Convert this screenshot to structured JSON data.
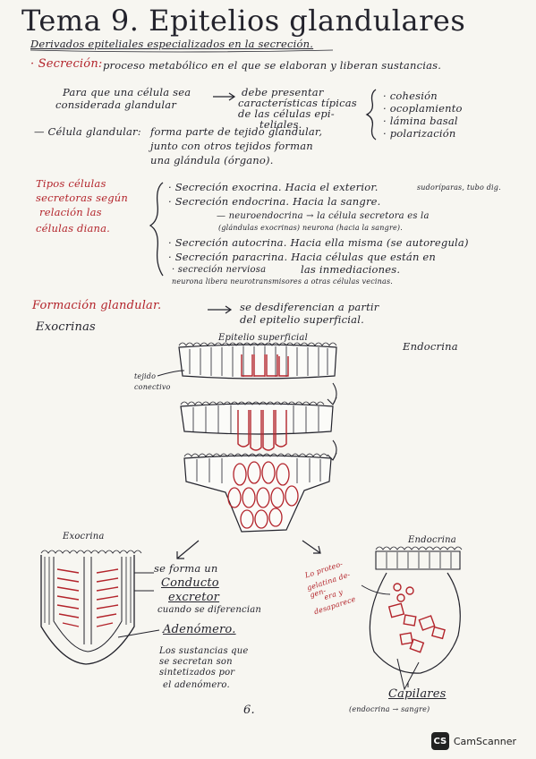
{
  "title": "Tema 9. Epitelios glandulares",
  "subtitle": "Derivados epiteliales especializados en la secreción.",
  "secrecion": {
    "label": "· Secreción:",
    "text": "proceso metabólico en el que se elaboran y liberan sustancias."
  },
  "celula_secretora": {
    "line1": "Para que una célula sea",
    "line2": "considerada glandular",
    "arrow_text1": "debe presentar",
    "arrow_text2": "características típicas",
    "arrow_text3": "de las células epi-",
    "arrow_text4": "teliales.",
    "features": [
      "· cohesión",
      "· ocoplamiento",
      "· lámina basal",
      "· polarización"
    ]
  },
  "celula_glandular": {
    "label": "— Célula glandular:",
    "line1": "forma parte de tejido glandular,",
    "line2": "junto con otros tejidos forman",
    "line3": "una glándula (órgano)."
  },
  "tipos": {
    "label1": "Tipos células",
    "label2": "secretoras según",
    "label3": "relación las",
    "label4": "células diana.",
    "items": [
      {
        "bullet": "· Secreción exocrina. Hacia el exterior.",
        "note": "sudoríparas, tubo dig."
      },
      {
        "bullet": "· Secreción endocrina. Hacia la sangre."
      },
      {
        "bullet": "— neuroendocrina → la célula secretora es la",
        "note": "(glándulas exocrinas) neurona (hacia la sangre)."
      },
      {
        "bullet": "· Secreción autocrina. Hacia ella misma (se autoregula)"
      },
      {
        "bullet": "· Secreción paracrina. Hacia células que están en",
        "note": "las inmediaciones."
      },
      {
        "bullet": "· secreción nerviosa",
        "note": "neurona libera neurotransmisores a otras células vecinas."
      }
    ]
  },
  "formacion": {
    "label": "Formación glandular.",
    "text1": "se desdiferencian a partir",
    "text2": "del epitelio superficial."
  },
  "diagram": {
    "exocrinas": "Exocrinas",
    "epitelio": "Epitelio superficial",
    "endocrina": "Endocrina",
    "tejido1": "tejido",
    "tejido2": "conectivo"
  },
  "bottom": {
    "exocrina_label": "Exocrina",
    "endocrina_label": "Endocrina",
    "conducto1": "se forma un",
    "conducto2": "Conducto",
    "conducto3": "excretor",
    "conducto4": "cuando se diferencian",
    "adenomero": "Adenómero.",
    "sust1": "Los sustancias que",
    "sust2": "se secretan son",
    "sust3": "sintetizados por",
    "sust4": "el adenómero.",
    "proteo1": "Lo proteo-",
    "proteo2": "gelatina de-",
    "proteo3": "gen-",
    "proteo4": "era y",
    "proteo5": "desaparece",
    "capilares": "Capilares",
    "capilares_note": "(endocrina → sangre)"
  },
  "page_number": "6.",
  "footer_brand": "CamScanner",
  "footer_logo": "CS"
}
